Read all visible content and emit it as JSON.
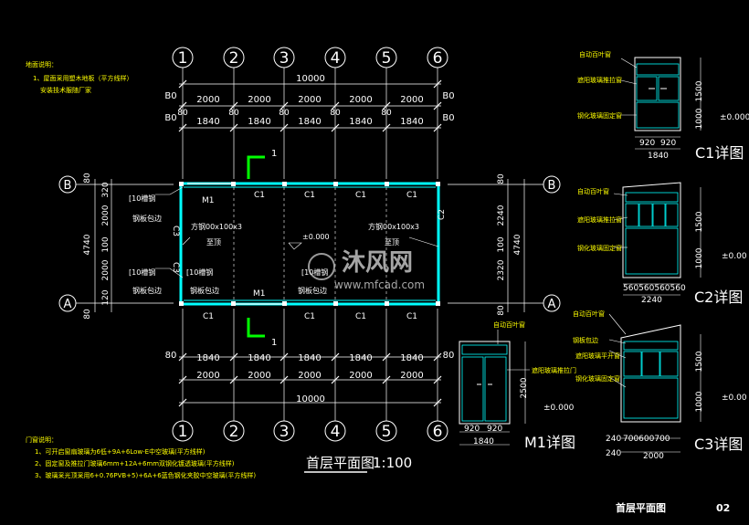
{
  "notes_top": {
    "title": "地面说明：",
    "line1": "1、屋面采用塑木地板（平方线样）",
    "line2": "安装技术服随厂家"
  },
  "grid": {
    "columns": [
      "1",
      "2",
      "3",
      "4",
      "5",
      "6"
    ],
    "rows": [
      "B",
      "A"
    ]
  },
  "dims": {
    "total": "10000",
    "bay": "2000",
    "inner": "1840",
    "wall": "80",
    "side_2000": "2000",
    "side_4740": "4740",
    "side_100": "100",
    "side_120": "120",
    "side_320": "320",
    "right_2240": "2240",
    "right_2320": "2320",
    "top_label_B0": "B0"
  },
  "plan": {
    "windows": {
      "c1": "C1",
      "c2": "C2",
      "c3": "C3",
      "m1": "M1"
    },
    "steel_channel": "[10槽钢",
    "steel_plate": "钢板包边",
    "square_tube": "方钢00x100x3",
    "to_top": "至顶",
    "elev_zero": "±0.000",
    "section": "1",
    "title": "首层平面图",
    "scale": "1:100"
  },
  "c1_detail": {
    "title": "C1详图",
    "label_top": "自动百叶窗",
    "label_mid": "遮阳玻璃推拉窗",
    "label_bot": "钢化玻璃固定窗",
    "h1": "1500",
    "h2": "1000",
    "w1": "920",
    "w2": "920",
    "wt": "1840",
    "elev": "±0.000"
  },
  "c2_detail": {
    "title": "C2详图",
    "label_top": "自动百叶窗",
    "label_mid": "遮阳玻璃推拉窗",
    "label_bot": "钢化玻璃固定窗",
    "h1": "1500",
    "h2": "1000",
    "ws": "560560560560",
    "wt": "2240",
    "elev": "±0.00"
  },
  "c3_detail": {
    "title": "C3详图",
    "label_top": "自动百叶窗",
    "label_a": "钢板包边",
    "label_mid": "遮阳玻璃平开窗",
    "label_bot": "钢化玻璃固定窗",
    "h1": "1500",
    "h2": "1000",
    "w_side": "240",
    "ws": "700600700",
    "wt": "2000",
    "elev": "±0.00"
  },
  "m1_detail": {
    "title": "M1详图",
    "label_top": "自动百叶窗",
    "label_mid": "遮阳玻璃推拉门",
    "h": "2500",
    "w1": "920",
    "w2": "920",
    "wt": "1840",
    "elev": "±0.000"
  },
  "notes_bottom": {
    "title": "门窗说明：",
    "line1": "1、可开启窗扇玻璃为6低+9A+6Low-E中空玻璃(平方线样)",
    "line2": "2、固定窗及推拉门玻璃6mm+12A+6mm双钢化镀透玻璃(平方线样)",
    "line3": "3、玻璃采光顶采用6+0.76PVB+5)+6A+6蓝色钢化夹胶中空玻璃(平方线样)"
  },
  "sheet": {
    "name": "首层平面图",
    "number": "02"
  },
  "watermark": {
    "cn": "沐风网",
    "en": "www.mfcad.com"
  },
  "colors": {
    "background": "#000000",
    "wall": "#00ffff",
    "text": "#ffffff",
    "note": "#ffff00",
    "section_mark": "#00ff00"
  }
}
